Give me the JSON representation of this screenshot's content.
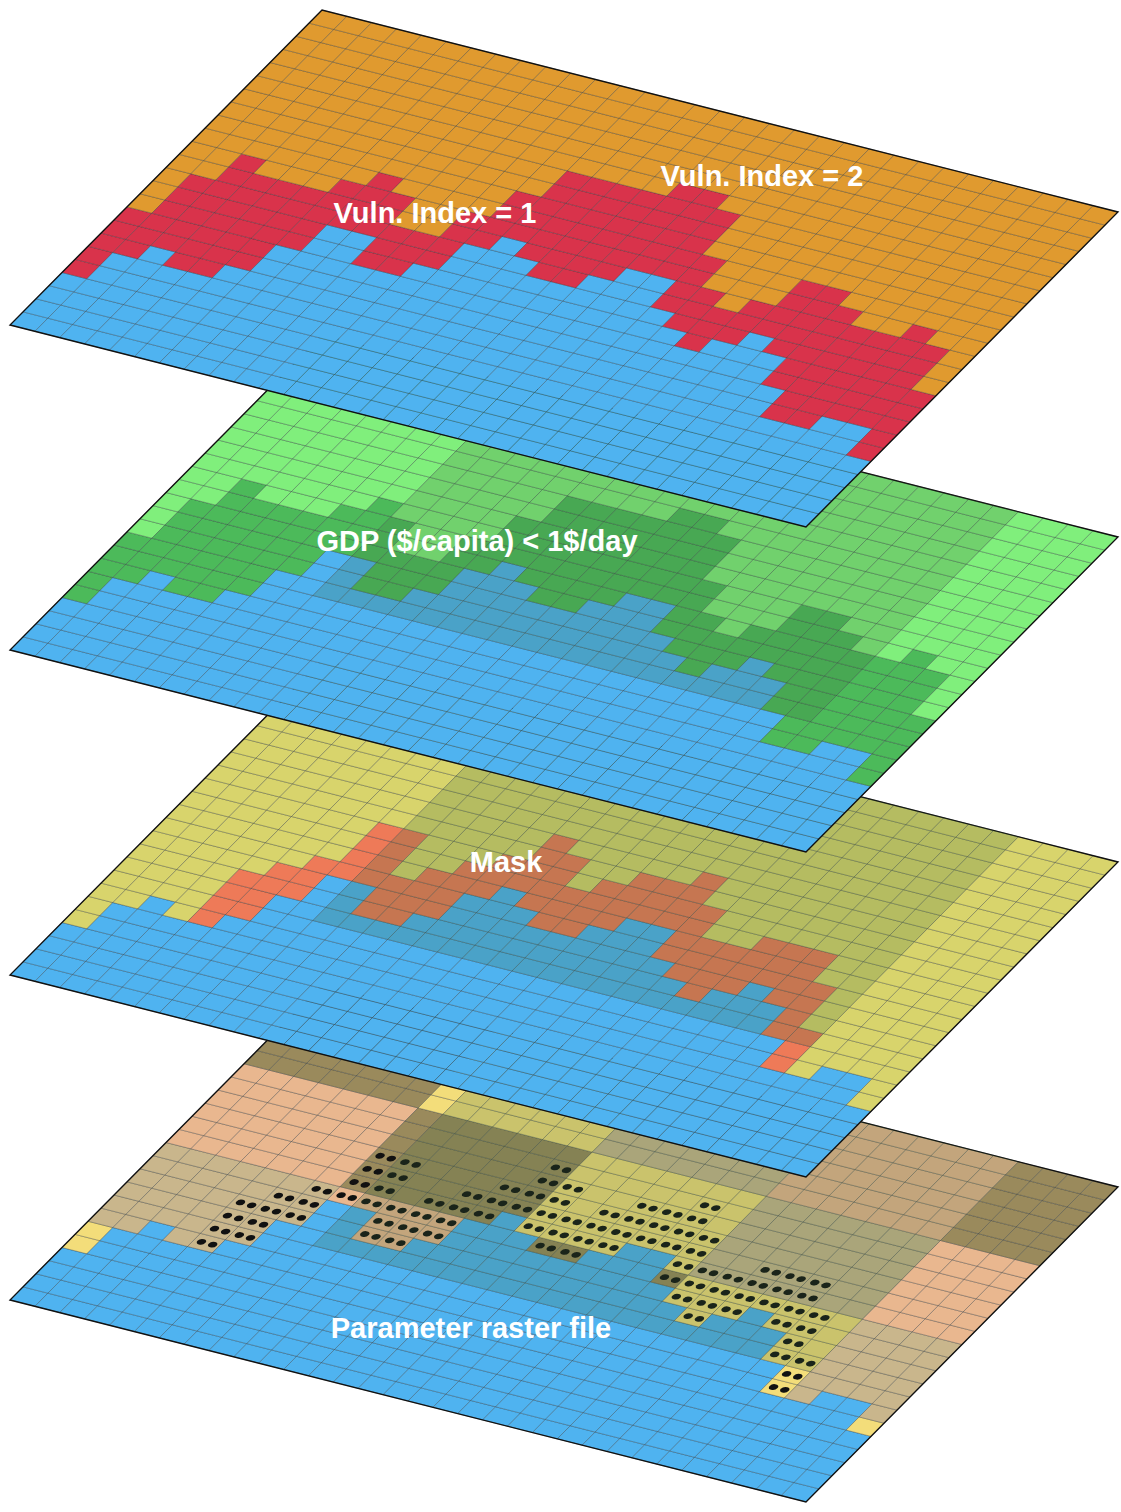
{
  "diagram": {
    "labels": [
      "Vuln. Index = 2",
      "Vuln. Index = 1",
      "GDP ($/capita) < 1$/day",
      "Mask",
      "Parameter raster file"
    ]
  }
}
